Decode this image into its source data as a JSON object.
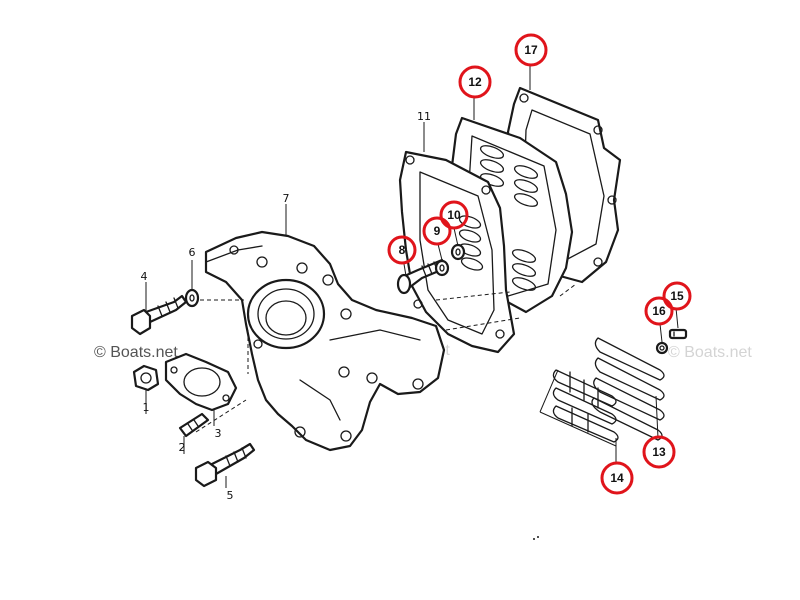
{
  "diagram": {
    "part_labels": [
      "1",
      "2",
      "3",
      "4",
      "5",
      "6",
      "7",
      "11"
    ],
    "callouts": [
      "8",
      "9",
      "10",
      "12",
      "13",
      "14",
      "15",
      "16",
      "17"
    ],
    "watermark": "© Boats.net",
    "watermark_faint": "© Boats.net",
    "highlight_color": "#e0141b",
    "line_color": "#1a1a1a"
  }
}
